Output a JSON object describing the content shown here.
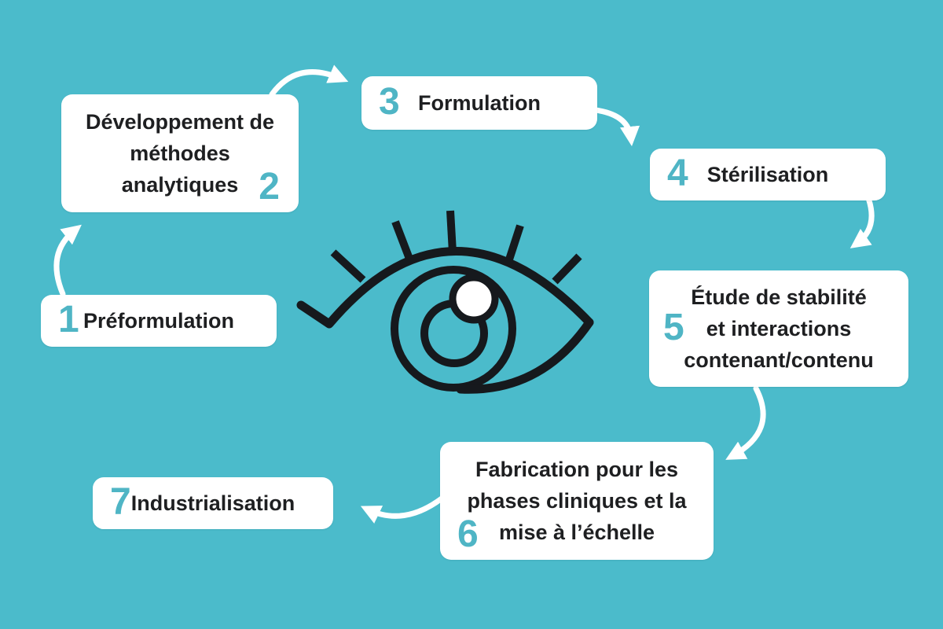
{
  "colors": {
    "background": "#4BBBCB",
    "accent": "#4FB5C5",
    "text": "#1E1F21",
    "card": "#FFFFFF",
    "ink": "#16191D",
    "arrow": "#FFFFFF"
  },
  "icons": {
    "center_illustration": "eye-icon"
  },
  "steps": [
    {
      "number": "1",
      "label": "Préformulation"
    },
    {
      "number": "2",
      "label": "Développement de\nméthodes\nanalytiques"
    },
    {
      "number": "3",
      "label": "Formulation"
    },
    {
      "number": "4",
      "label": "Stérilisation"
    },
    {
      "number": "5",
      "label": "Étude de stabilité\net interactions\ncontenant/contenu"
    },
    {
      "number": "6",
      "label": "Fabrication pour les\nphases cliniques et la\nmise à l’échelle"
    },
    {
      "number": "7",
      "label": "Industrialisation"
    }
  ]
}
